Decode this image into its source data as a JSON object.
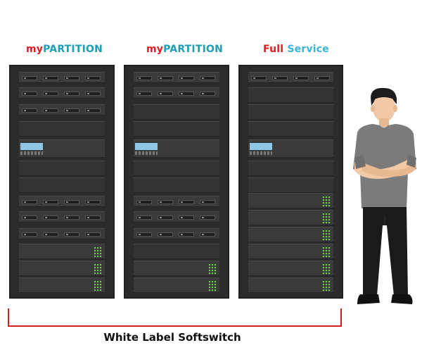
{
  "racks": [
    {
      "label_a": "my",
      "label_b": "PARTITION",
      "color_a": "#e21b23",
      "color_b": "#1a9fb5"
    },
    {
      "label_a": "my",
      "label_b": "PARTITION",
      "color_a": "#e21b23",
      "color_b": "#1a9fb5"
    },
    {
      "label_a": "Full ",
      "label_b": "Service",
      "color_a": "#e21b23",
      "color_b": "#3ab6d6"
    }
  ],
  "caption": "White Label Softswitch",
  "colors": {
    "bracket": "#d21e1e",
    "server_led": "#74e04a",
    "lcd": "#8ec7ea"
  },
  "icons": [
    "server-rack-icon",
    "person-illustration"
  ]
}
